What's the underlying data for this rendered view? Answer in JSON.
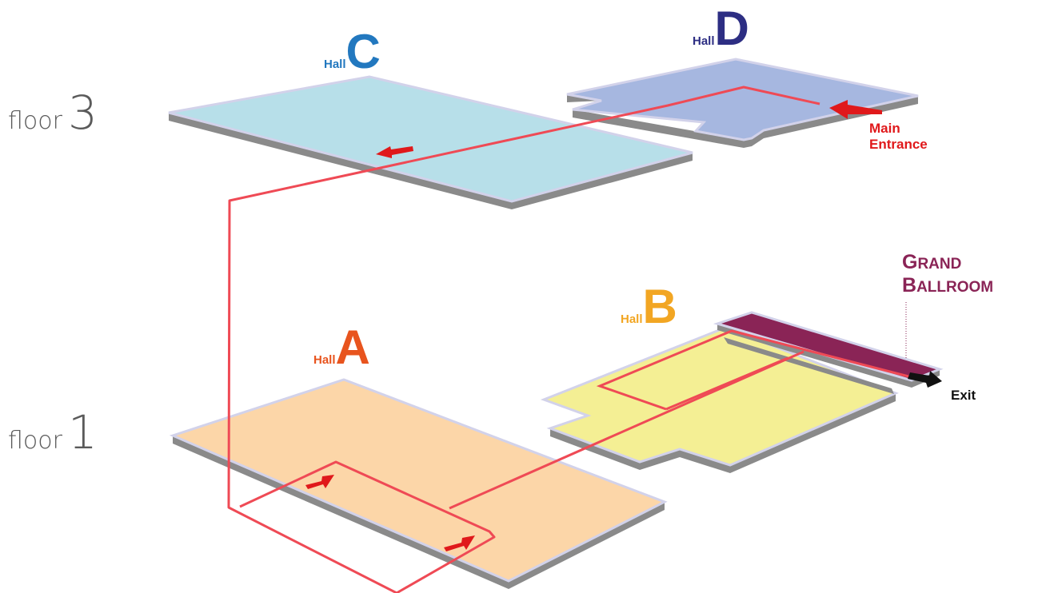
{
  "floors": [
    {
      "word": "floor",
      "number": "3"
    },
    {
      "word": "floor",
      "number": "1"
    }
  ],
  "halls": {
    "a": {
      "prefix": "Hall",
      "letter": "A",
      "color": "#e8541e",
      "fill": "#fcd6a8"
    },
    "b": {
      "prefix": "Hall",
      "letter": "B",
      "color": "#f2a623",
      "fill": "#f4ef94"
    },
    "c": {
      "prefix": "Hall",
      "letter": "C",
      "color": "#2278bf",
      "fill": "#b7dfe9"
    },
    "d": {
      "prefix": "Hall",
      "letter": "D",
      "color": "#2d2e83",
      "fill": "#a6b7e0"
    }
  },
  "grand_ballroom": {
    "line1_cap": "G",
    "line1_rest": "RAND",
    "line2_cap": "B",
    "line2_rest": "ALLROOM",
    "color": "#8a2456"
  },
  "main_entrance": {
    "line1": "Main",
    "line2": "Entrance",
    "color": "#e0191b"
  },
  "exit": {
    "label": "Exit",
    "color": "#111111"
  },
  "route_color": "#ef4a55",
  "side_color": "#8a8a8a",
  "edge_color": "#d2d2ea"
}
